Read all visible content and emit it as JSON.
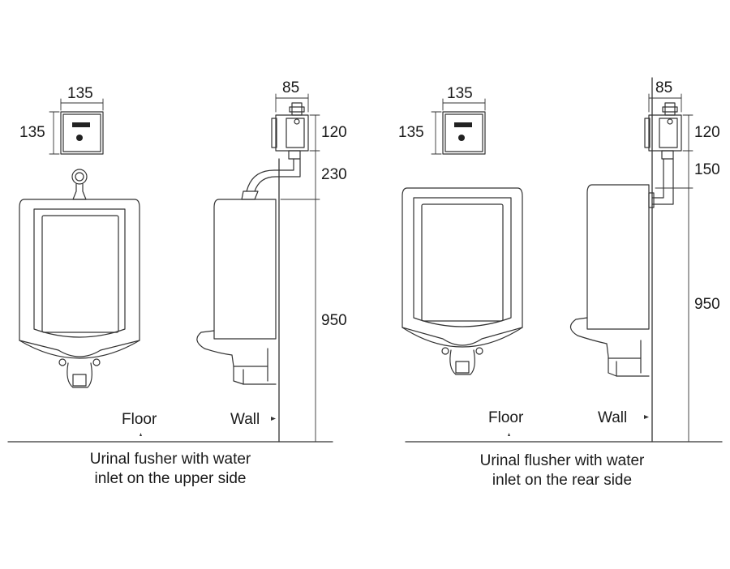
{
  "left": {
    "dims": {
      "sensor_width": "135",
      "sensor_height": "135",
      "unit_width": "85",
      "unit_height": "120",
      "pipe_drop": "230",
      "mount_height": "950"
    },
    "floor_label": "Floor",
    "wall_label": "Wall",
    "caption_line1": "Urinal fusher with water",
    "caption_line2": "inlet on the upper side"
  },
  "right": {
    "dims": {
      "sensor_width": "135",
      "sensor_height": "135",
      "unit_width": "85",
      "unit_height": "120",
      "pipe_drop": "150",
      "mount_height": "950"
    },
    "floor_label": "Floor",
    "wall_label": "Wall",
    "caption_line1": "Urinal flusher with water",
    "caption_line2": "inlet on the rear side"
  },
  "colors": {
    "line": "#333333",
    "text": "#1a1a1a",
    "background": "#ffffff"
  }
}
